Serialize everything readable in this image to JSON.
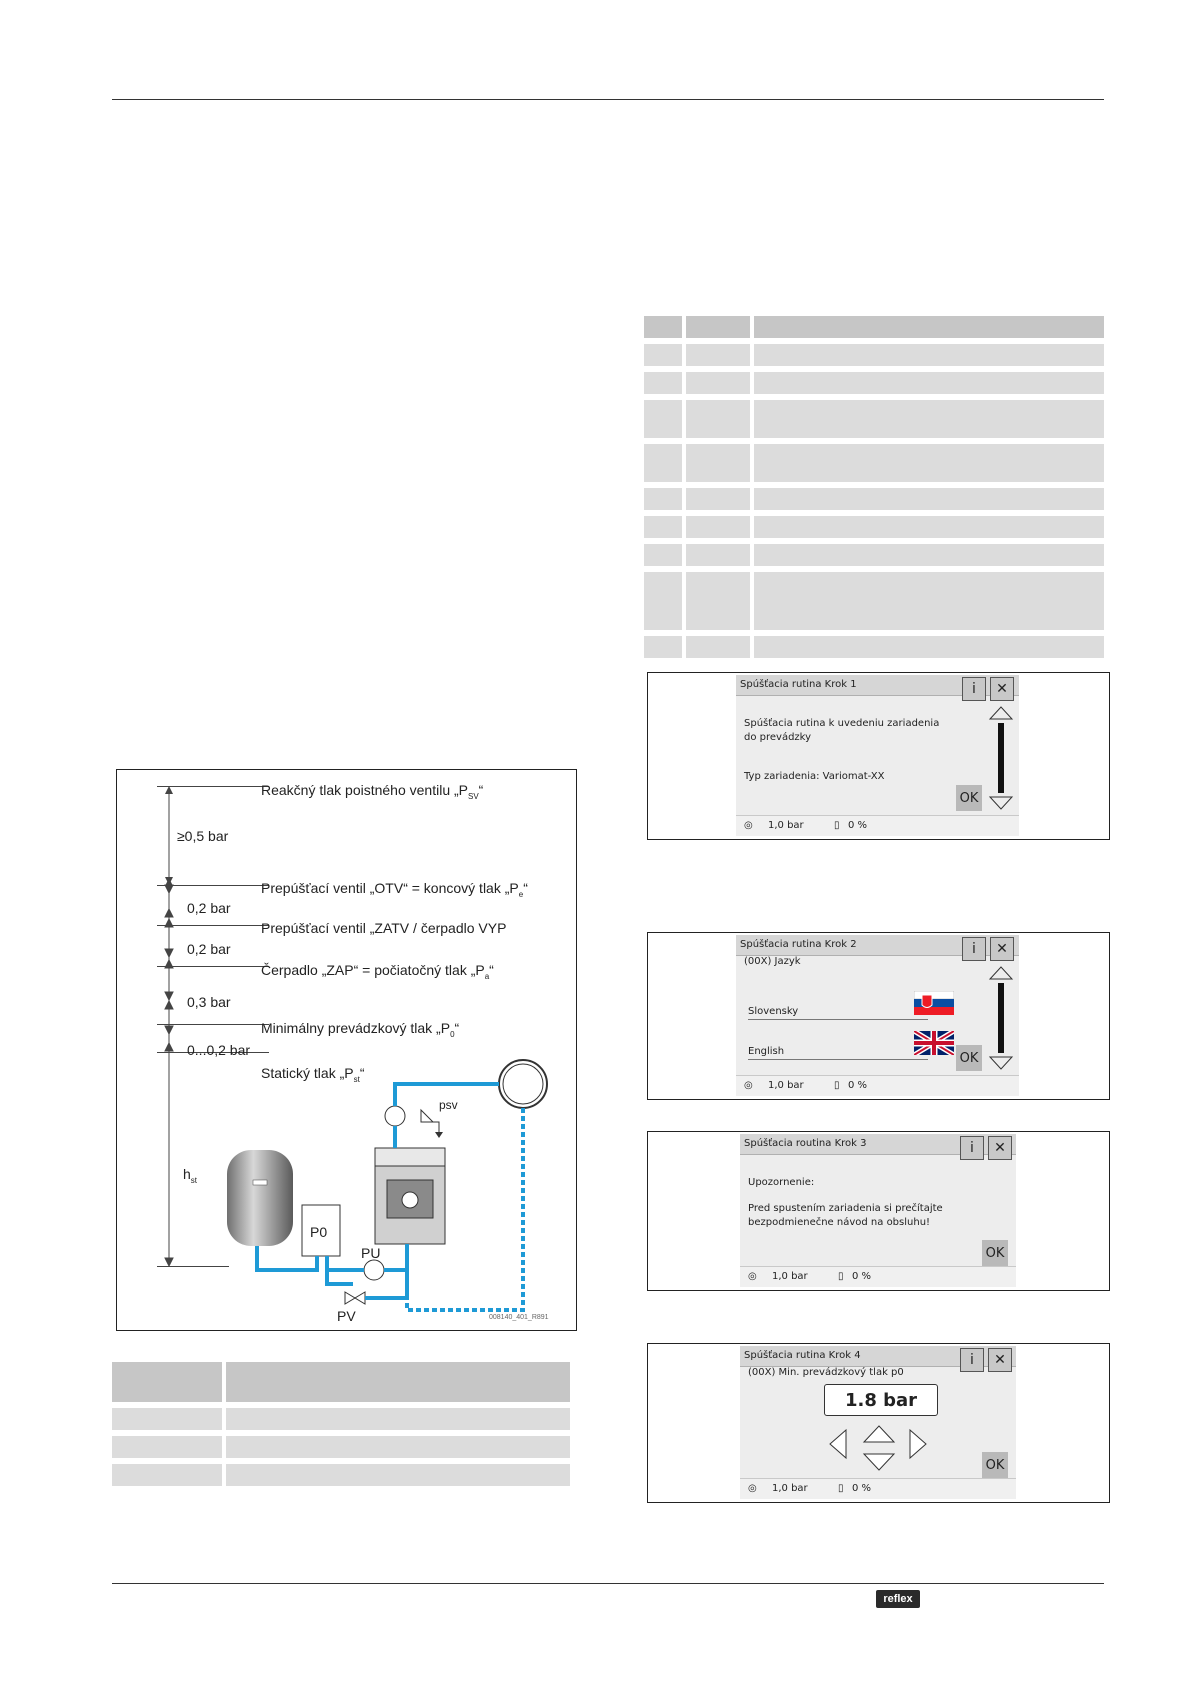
{
  "diagram": {
    "labels": {
      "psv": "Reakčný tlak poistného ventilu „P",
      "psv_sub": "SV",
      "pe_valve": "Prepúšťací ventil „OTV“ = koncový tlak „P",
      "pe_sub": "e",
      "zatv": "Prepúšťací ventil „ZATV / čerpadlo VYP",
      "pump_on": "Čerpadlo „ZAP“ = počiatočný tlak „P",
      "pa_sub": "a",
      "min_p0": "Minimálny prevádzkový tlak „P",
      "p0_sub": "0",
      "static": "Statický tlak „P",
      "st_sub": "st",
      "close_quote": "“",
      "ge05": "≥0,5 bar",
      "b02a": "0,2 bar",
      "b02b": "0,2 bar",
      "b03": "0,3 bar",
      "b0_02": "0...0,2 bar",
      "hst": "h",
      "hst_sub": "st",
      "p0_box": "P0",
      "pu": "PU",
      "pv": "PV",
      "psv_small": "psv",
      "code": "008140_401_R891"
    }
  },
  "screens": {
    "s1": {
      "title": "Spúšťacia rutina Krok 1",
      "line1": "Spúšťacia rutina k uvedeniu zariadenia",
      "line2": "do prevádzky",
      "line3": "Typ zariadenia: Variomat-XX",
      "ok": "OK",
      "pressure": "1,0 bar",
      "level": "0 %"
    },
    "s2": {
      "title": "Spúšťacia rutina Krok 2",
      "subtitle": "(00X) Jazyk",
      "lang1": "Slovensky",
      "lang2": "English",
      "ok": "OK",
      "pressure": "1,0 bar",
      "level": "0 %"
    },
    "s3": {
      "title": "Spúšťacia routina Krok 3",
      "line1": "Upozornenie:",
      "line2": "Pred spustením zariadenia si prečítajte",
      "line3": "bezpodmienečne návod na obsluhu!",
      "ok": "OK",
      "pressure": "1,0 bar",
      "level": "0 %"
    },
    "s4": {
      "title": "Spúšťacia rutina Krok 4",
      "subtitle": "(00X) Min. prevádzkový tlak p0",
      "value": "1.8 bar",
      "ok": "OK",
      "pressure": "1,0 bar",
      "level": "0 %"
    }
  },
  "footer": {
    "logo": "reflex"
  },
  "colors": {
    "pipe_blue": "#1e9ad6",
    "table_cell": "#dcdcdc",
    "table_header": "#c6c6c6"
  }
}
